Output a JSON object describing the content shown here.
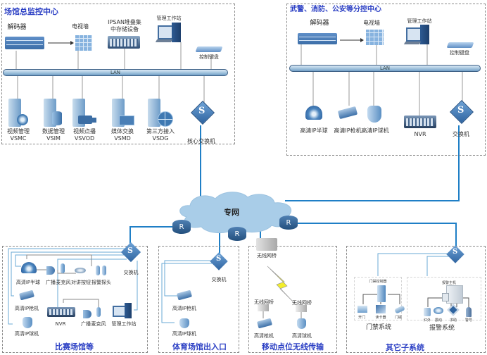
{
  "main_center": {
    "title": "场馆总监控中心",
    "devices": {
      "decoder": "解码器",
      "tv_wall": "电视墙",
      "ipsan_line1": "IPSAN堆叠集",
      "ipsan_line2": "中存储设备",
      "workstation": "管理工作站",
      "keyboard": "控制键盘"
    },
    "lan": "LAN",
    "servers": [
      {
        "name": "视频管理",
        "code": "VSMC"
      },
      {
        "name": "数据管理",
        "code": "VSIM"
      },
      {
        "name": "视频点播",
        "code": "VSVOD"
      },
      {
        "name": "媒体交换",
        "code": "VSMD"
      },
      {
        "name": "第三方接入",
        "code": "VSDG"
      }
    ],
    "core_switch": "核心交换机"
  },
  "sub_center": {
    "title": "武警、消防、公安等分控中心",
    "devices": {
      "decoder": "解码器",
      "tv_wall": "电视墙",
      "workstation": "管理工作站",
      "keyboard": "控制键盘"
    },
    "lan": "LAN",
    "cameras": [
      "高清IP半球",
      "高清IP枪机",
      "高清IP球机"
    ],
    "nvr": "NVR",
    "switch": "交换机"
  },
  "network": {
    "cloud_label": "专网",
    "router_label": "R"
  },
  "venue": {
    "title": "比赛场馆等",
    "switch": "交换机",
    "items": {
      "dome": "高清IP半球",
      "speaker": "广播",
      "mic": "麦克风",
      "intercom": "对讲按钮",
      "alarm_probe": "报警探头",
      "bullet": "高清IP枪机",
      "ptz": "高清IP球机",
      "nvr": "NVR",
      "speaker2": "广播",
      "mic2": "麦克风",
      "workstation": "管理工作站"
    }
  },
  "entrance": {
    "title": "体育场馆出入口",
    "switch": "交换机",
    "bullet": "高清IP枪机",
    "ptz": "高清IP球机"
  },
  "wireless": {
    "title": "移动点位无线传输",
    "bridge_main": "无线网桥",
    "bridge_a": "无线网桥",
    "bridge_b": "无线网桥",
    "bullet": "高清枪机",
    "ptz": "高清球机"
  },
  "other": {
    "title": "其它子系统",
    "access": {
      "title": "门禁系统",
      "controller": "门禁控制器",
      "items": [
        "开门",
        "读卡器",
        "门磁"
      ]
    },
    "alarm": {
      "title": "报警系统",
      "host": "报警主机",
      "items": [
        "红外",
        "震动",
        "求助",
        "警号"
      ]
    }
  },
  "colors": {
    "title_blue": "#2b3fc4",
    "link_blue": "#1f7fc6",
    "cloud": "#a9cde8",
    "device_blue": "#2e6da4",
    "router": "#2d5f8f"
  }
}
